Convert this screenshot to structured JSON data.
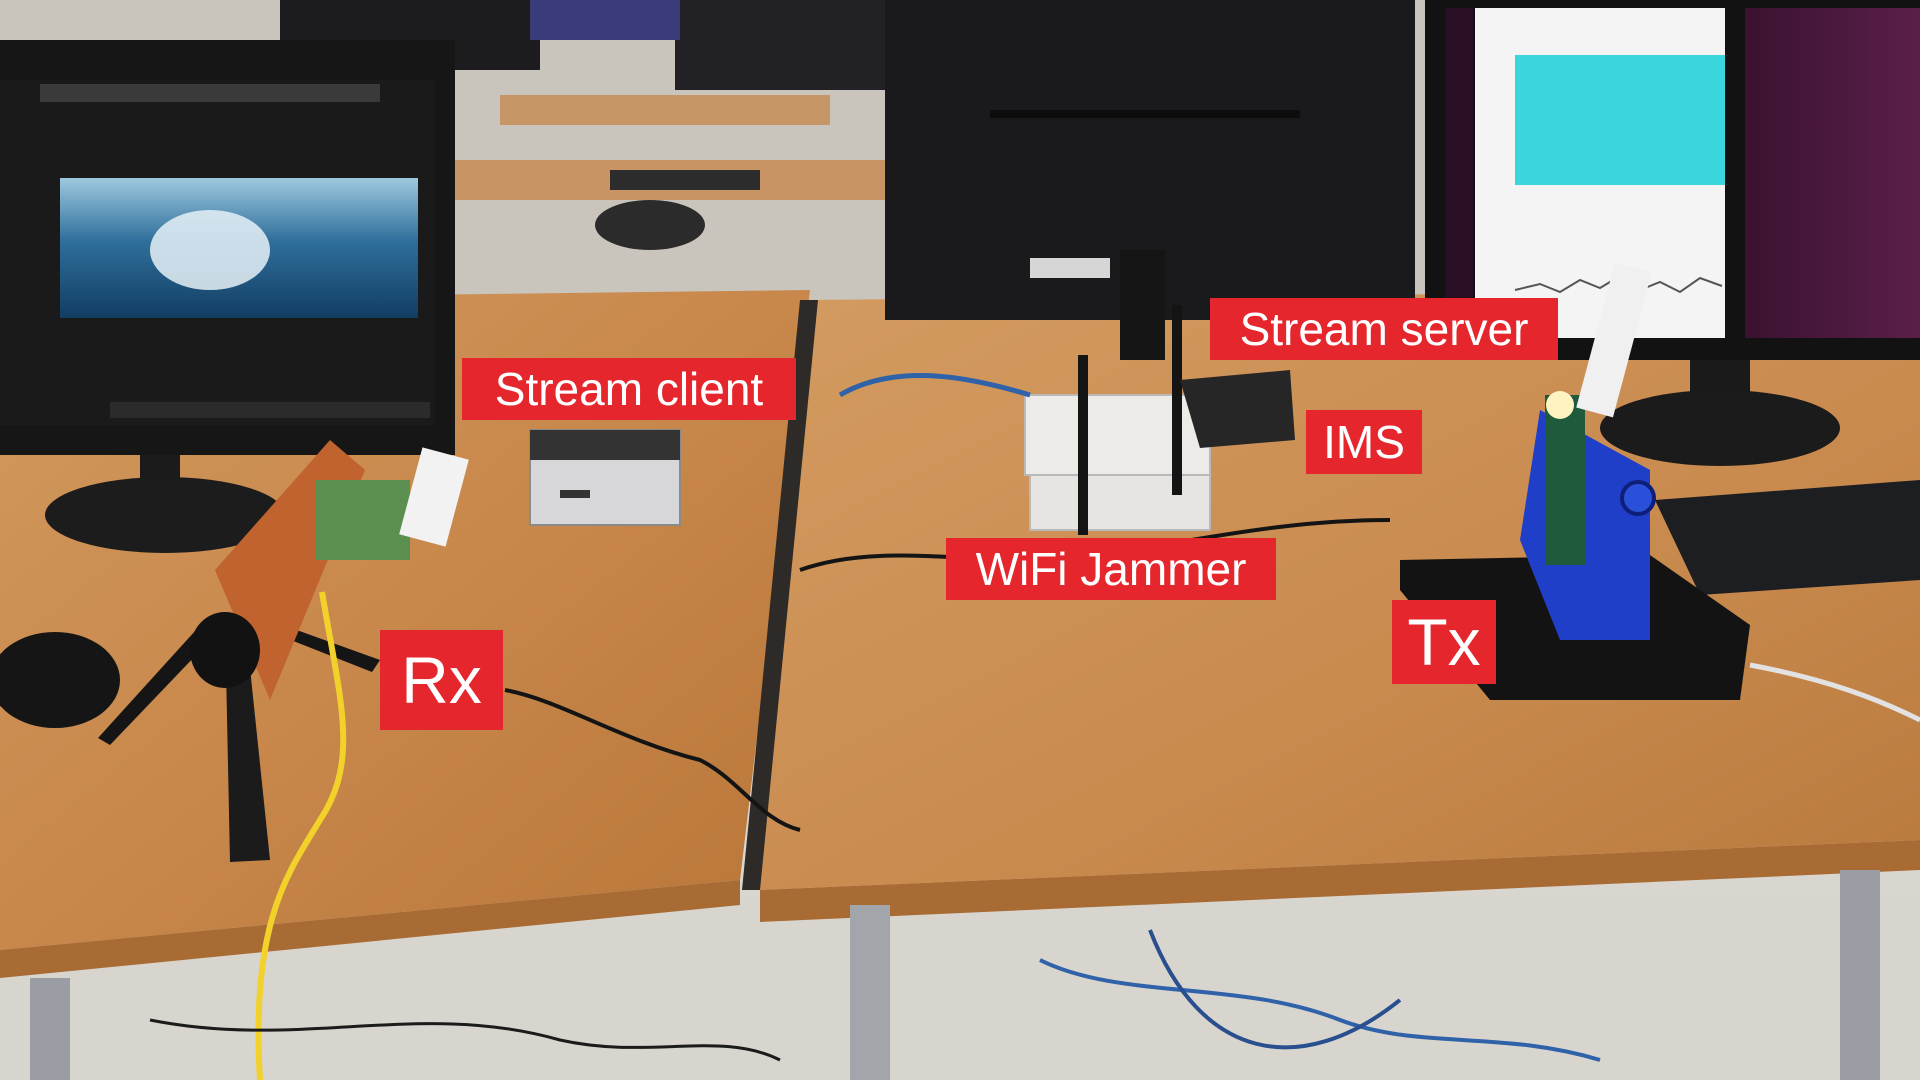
{
  "labels": {
    "stream_client": "Stream client",
    "stream_server": "Stream server",
    "ims": "IMS",
    "wifi_jammer": "WiFi Jammer",
    "rx": "Rx",
    "tx": "Tx"
  },
  "colors": {
    "label_background": "#e5262d",
    "label_text": "#ffffff",
    "desk_wood": "#c98a4e",
    "floor": "#d9d6d0",
    "tx_mount": "#1f3fc8",
    "ethernet_cable_yellow": "#f2d22a"
  }
}
